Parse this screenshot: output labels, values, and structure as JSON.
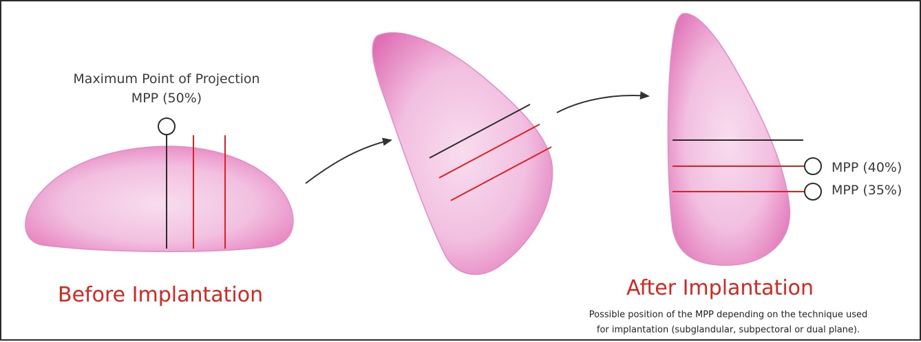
{
  "labels": {
    "mpp_title_line1": "Maximum Point of Projection",
    "mpp_title_line2": "MPP (50%)",
    "mpp_40": "MPP (40%)",
    "mpp_35": "MPP (35%)",
    "before": "Before Implantation",
    "after": "After Implantation",
    "note_line1": "Possible position of the MPP depending on the technique used",
    "note_line2": "for implantation (subglandular, subpectoral or dual plane)."
  },
  "colors": {
    "implant_light": "#f6d3ea",
    "implant_edge": "#e06bb0",
    "red_line": "#e11f1f",
    "black_line": "#2b2b2b",
    "title_red": "#d8261f"
  }
}
